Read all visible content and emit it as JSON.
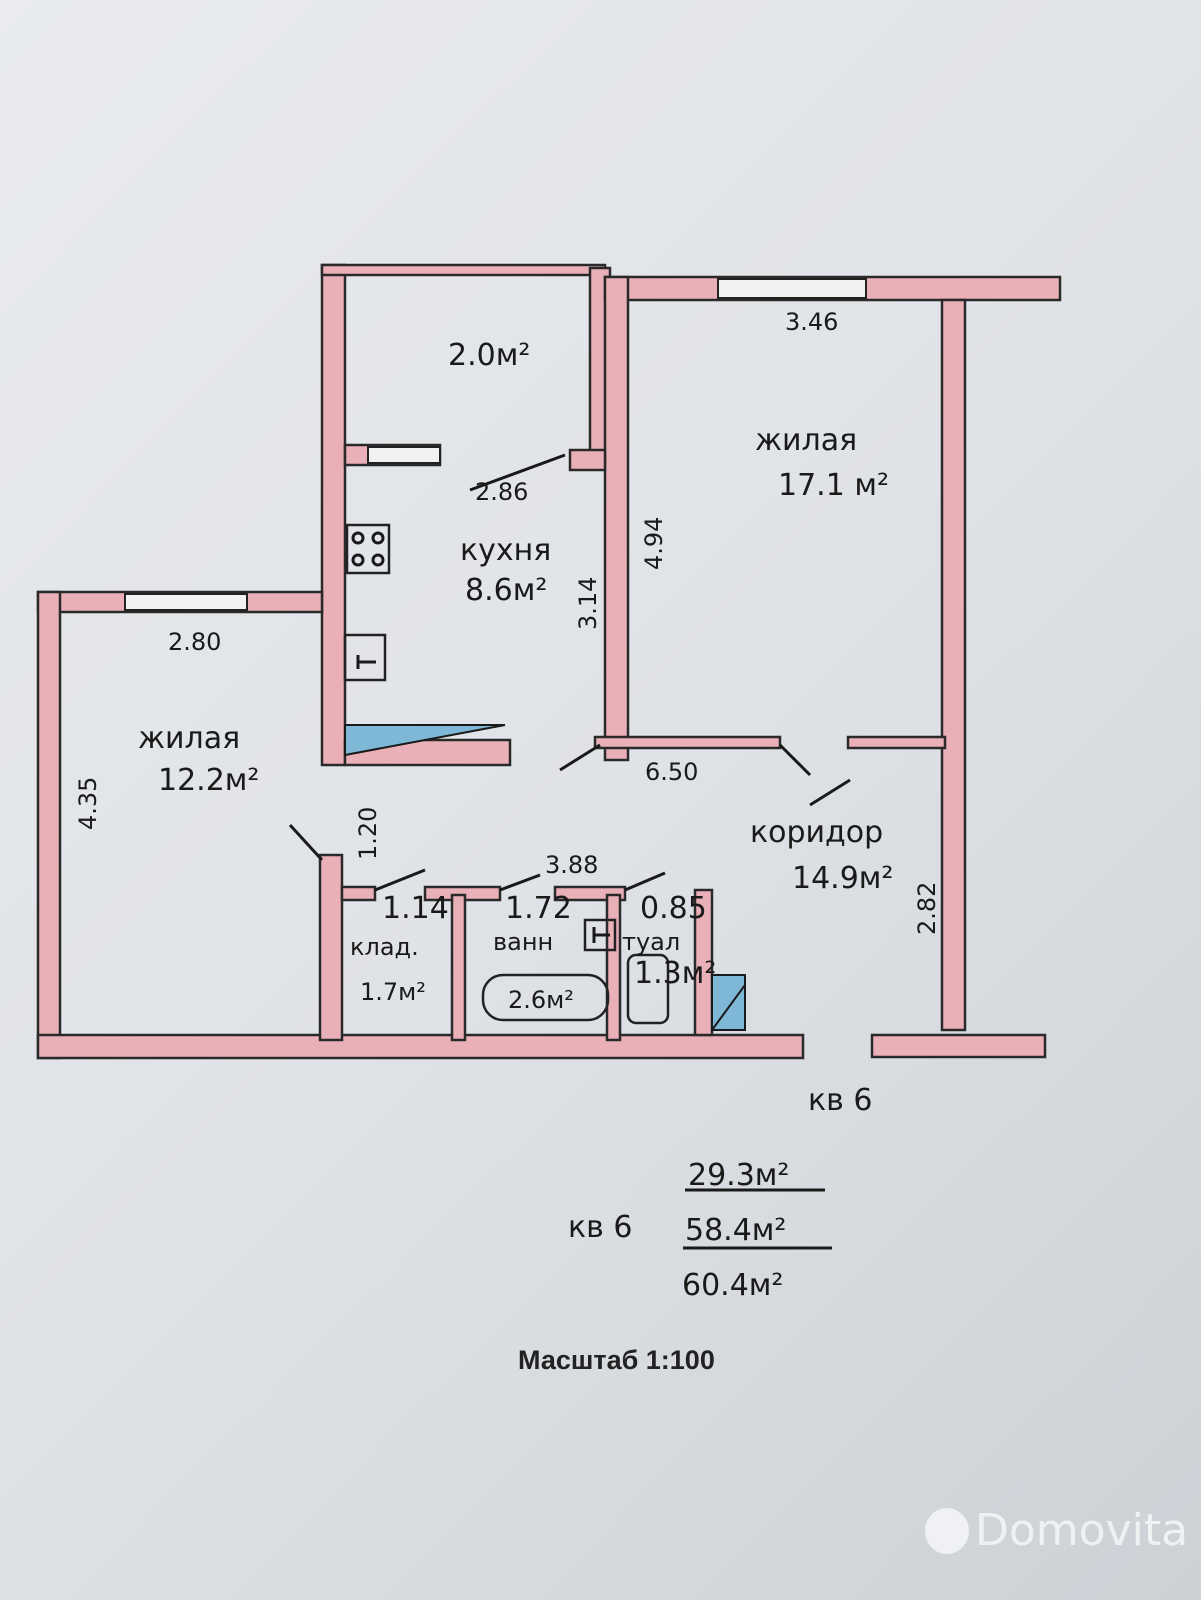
{
  "rooms": {
    "storage_top": {
      "area": "2.0м²"
    },
    "kitchen": {
      "name": "кухня",
      "area": "8.6м²"
    },
    "living_right": {
      "name": "жилая",
      "area": "17.1 м²"
    },
    "living_left": {
      "name": "жилая",
      "area": "12.2м²"
    },
    "corridor": {
      "name": "коридор",
      "area": "14.9м²"
    },
    "pantry": {
      "name": "клад.",
      "area": "1.7м²"
    },
    "bath": {
      "name": "ванн",
      "area": "2.6м²"
    },
    "toilet": {
      "name": "туал",
      "area": "1.3м²"
    }
  },
  "dimensions": {
    "d1": "3.46",
    "d2": "2.86",
    "d3": "4.94",
    "d4": "3.14",
    "d5": "2.80",
    "d6": "4.35",
    "d7": "6.50",
    "d8": "1.20",
    "d9": "3.88",
    "d10": "1.14",
    "d11": "1.72",
    "d12": "0.85",
    "d13": "2.82"
  },
  "apartment_label": "кв 6",
  "summary": {
    "label": "кв 6",
    "living": "29.3м²",
    "total": "58.4м²",
    "overall": "60.4м²"
  },
  "scale": "Масштаб 1:100",
  "watermark": "Domovita"
}
